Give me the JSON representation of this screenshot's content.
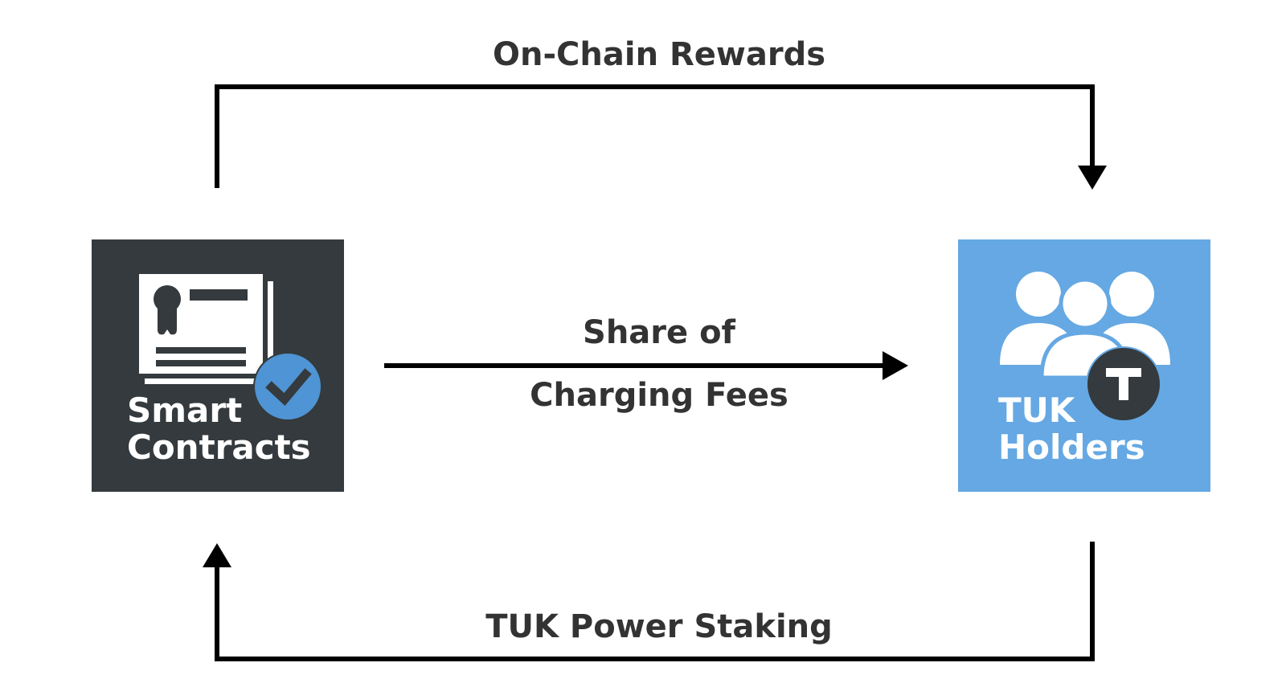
{
  "diagram": {
    "edges": {
      "top": {
        "label": "On-Chain Rewards"
      },
      "middle": {
        "label_line1": "Share of",
        "label_line2": "Charging Fees"
      },
      "bottom": {
        "label": "TUK Power Staking"
      }
    },
    "nodes": {
      "smart_contracts": {
        "label": "Smart\nContracts",
        "icon": "contract-document-icon",
        "badge_icon": "check-badge-icon",
        "color": "#343a3d"
      },
      "tuk_holders": {
        "label": "TUK\nHolders",
        "icon": "people-group-icon",
        "badge_icon": "token-badge-icon",
        "badge_text": "T",
        "color": "#65a8e3"
      }
    },
    "colors": {
      "arrow": "#000000",
      "text": "#333333",
      "badge_blue": "#4f94d4"
    }
  }
}
